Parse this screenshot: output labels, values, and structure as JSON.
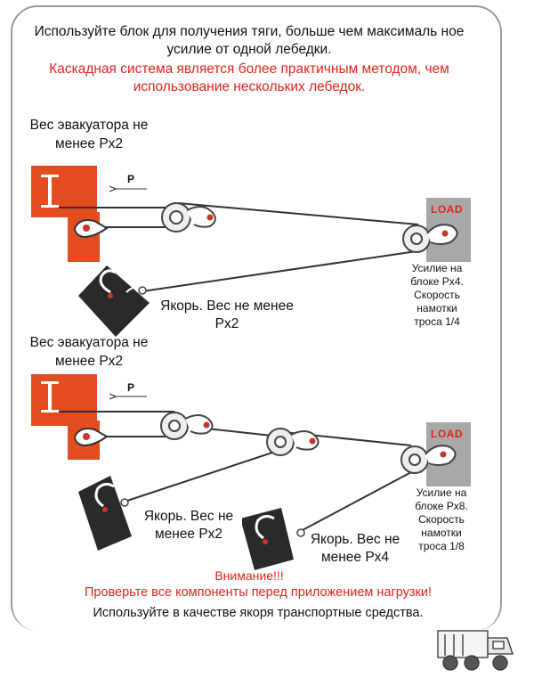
{
  "header": {
    "line1": "Используйте блок для получения тяги, больше чем максималь ное усилие от одной лебедки.",
    "line2": "Каскадная система является более практичным методом, чем использование нескольких лебедок."
  },
  "diagram1": {
    "tow_label": "Вес эвакуатора не менее Px2",
    "pull_label": "P",
    "load_label": "LOAD",
    "anchor_label": "Якорь. Вес не менее Px2",
    "note": "Усилие на блоке Px4. Скорость намотки троса 1/4"
  },
  "diagram2": {
    "tow_label": "Вес эвакуатора не менее Px2",
    "pull_label": "P",
    "load_label": "LOAD",
    "anchor1_label": "Якорь. Вес не менее Px2",
    "anchor2_label": "Якорь. Вес не менее Px4",
    "note": "Усилие на блоке Px8. Скорость намотки троса 1/8"
  },
  "footer": {
    "warning": "Внимание!!!",
    "check": "Проверьте все компоненты перед приложением нагрузки!",
    "use": "Используйте в качестве якоря транспортные средства."
  },
  "colors": {
    "accent": "#e0241c",
    "truck": "#e24c1f",
    "anchor": "#2a2a2a",
    "load_block": "#a8a8a8"
  }
}
